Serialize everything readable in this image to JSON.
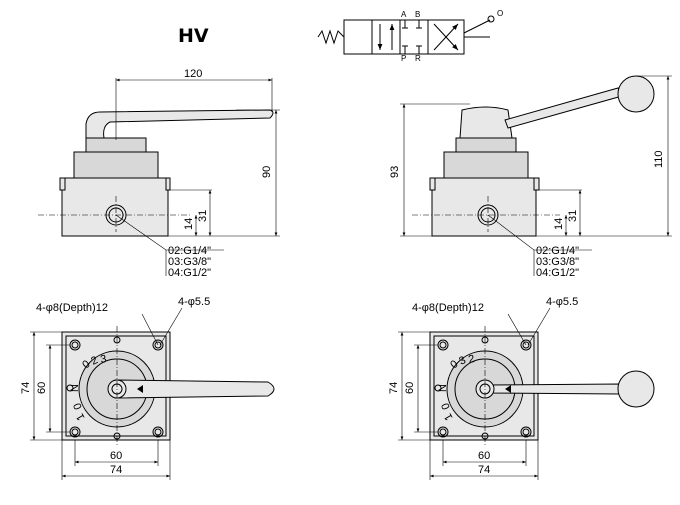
{
  "title": "HV",
  "symbol": {
    "port_a": "A",
    "port_b": "B",
    "port_p": "P",
    "port_r": "R",
    "port_o": "O"
  },
  "front_left": {
    "width_dim": "120",
    "height_dim": "90",
    "dim_14": "14",
    "dim_31": "31",
    "port_notes": [
      "02:G1/4\"",
      "03:G3/8\"",
      "04:G1/2\""
    ]
  },
  "front_right": {
    "height_dim_93": "93",
    "height_dim_110": "110",
    "dim_14": "14",
    "dim_31": "31",
    "port_notes": [
      "02:G1/4\"",
      "03:G3/8\"",
      "04:G1/2\""
    ]
  },
  "top_left": {
    "hole_note_1": "4-φ8(Depth)12",
    "hole_note_2": "4-φ5.5",
    "dim_74_v": "74",
    "dim_60_v": "60",
    "dim_60_h": "60",
    "dim_74_h": "74",
    "dial": [
      "0",
      "2",
      "3",
      "0",
      "1",
      "N"
    ]
  },
  "top_right": {
    "hole_note_1": "4-φ8(Depth)12",
    "hole_note_2": "4-φ5.5",
    "dim_74_v": "74",
    "dim_60_v": "60",
    "dim_60_h": "60",
    "dim_74_h": "74",
    "dial": [
      "0",
      "3",
      "2",
      "0",
      "1",
      "N"
    ]
  }
}
